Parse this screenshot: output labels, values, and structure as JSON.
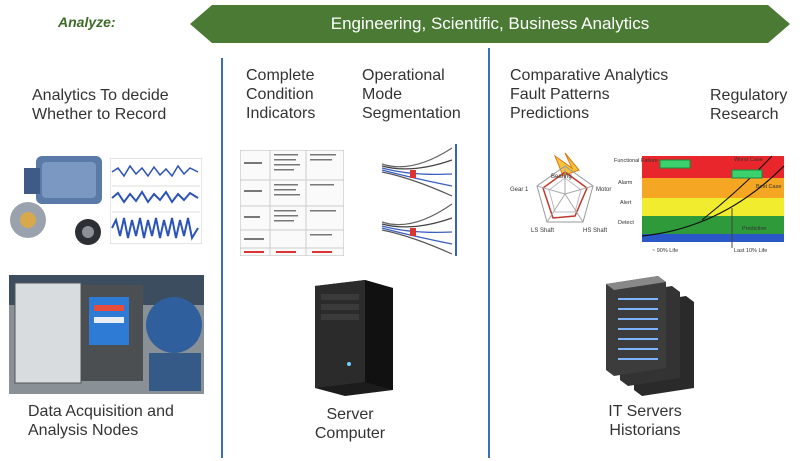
{
  "header": {
    "analyze_label": "Analyze:",
    "banner_text": "Engineering, Scientific, Business Analytics",
    "banner_color": "#4a7a34"
  },
  "col1": {
    "top_caption_line1": "Analytics To decide",
    "top_caption_line2": "Whether to Record",
    "bottom_caption_line1": "Data Acquisition and",
    "bottom_caption_line2": "Analysis Nodes"
  },
  "col2": {
    "heading_a_line1": "Complete",
    "heading_a_line2": "Condition",
    "heading_a_line3": "Indicators",
    "heading_b_line1": "Operational",
    "heading_b_line2": "Mode",
    "heading_b_line3": "Segmentation",
    "bottom_caption_line1": "Server",
    "bottom_caption_line2": "Computer"
  },
  "col3": {
    "heading_a_line1": "Comparative Analytics",
    "heading_a_line2": "Fault Patterns",
    "heading_a_line3": "Predictions",
    "heading_b_line1": "Regulatory",
    "heading_b_line2": "Research",
    "radar": {
      "labels": [
        "Bearing",
        "Motor",
        "HS Shaft",
        "LS Shaft",
        "Gear 1"
      ]
    },
    "risk_chart": {
      "y_labels": [
        "Functional Failure",
        "Alarm",
        "Alert",
        "Detect"
      ],
      "x_labels": [
        "~ 90% Life",
        "Last 10% Life"
      ],
      "callouts": [
        "Worst Case",
        "Best Case",
        "Prediction"
      ],
      "band_colors": [
        "#e8262b",
        "#f5a623",
        "#f2ec2e",
        "#2f9a3a",
        "#2b58c8"
      ]
    },
    "bottom_caption_line1": "IT Servers",
    "bottom_caption_line2": "Historians"
  }
}
